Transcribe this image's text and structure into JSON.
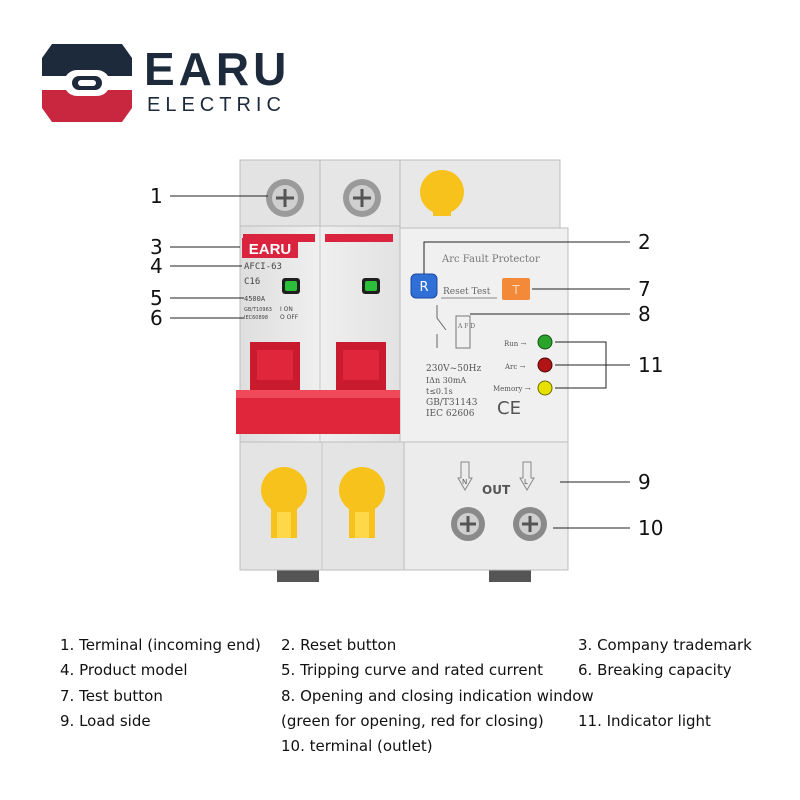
{
  "brand": {
    "name": "EARU",
    "subtitle": "ELECTRIC"
  },
  "device": {
    "badge": "EARU",
    "model": "AFCI-63",
    "curve_rating": "C16",
    "capacity": "4500A",
    "std1": "GB/T10963",
    "std2": "IEC60898",
    "on_label": "I ON",
    "off_label": "O OFF",
    "header": "Arc Fault Protector",
    "reset_key": "R",
    "test_key": "T",
    "reset_test": "Reset Test",
    "afd": "A F D",
    "spec1": "230V~50Hz",
    "spec2": "IΔn 30mA",
    "spec3": "t≤0.1s",
    "spec4": "GB/T31143",
    "spec5": "IEC 62606",
    "ce": "CE",
    "run_label": "Run →",
    "arc_label": "Arc →",
    "memory_label": "Memory →",
    "out_label": "OUT",
    "n_label": "N",
    "l_label": "L",
    "colors": {
      "run": "#2aa52a",
      "arc": "#b01414",
      "memory": "#e8e000",
      "reset": "#2f6fd6",
      "test": "#f28a3a",
      "handle": "#e0263a",
      "terminal_cover": "#f7c21c"
    }
  },
  "callouts": {
    "c1": "1",
    "c2": "2",
    "c3": "3",
    "c4": "4",
    "c5": "5",
    "c6": "6",
    "c7": "7",
    "c8": "8",
    "c9": "9",
    "c10": "10",
    "c11": "11"
  },
  "legend": {
    "i1": "1. Terminal (incoming end)",
    "i2": "2. Reset button",
    "i3": "3. Company trademark",
    "i4": "4. Product model",
    "i5": "5. Tripping curve and rated current",
    "i6": "6. Breaking capacity",
    "i7": "7. Test button",
    "i8a": "8. Opening and closing indication window",
    "i8b": "(green for opening, red for closing)",
    "i9": "9. Load side",
    "i10": "10. terminal (outlet)",
    "i11": "11. Indicator light"
  }
}
